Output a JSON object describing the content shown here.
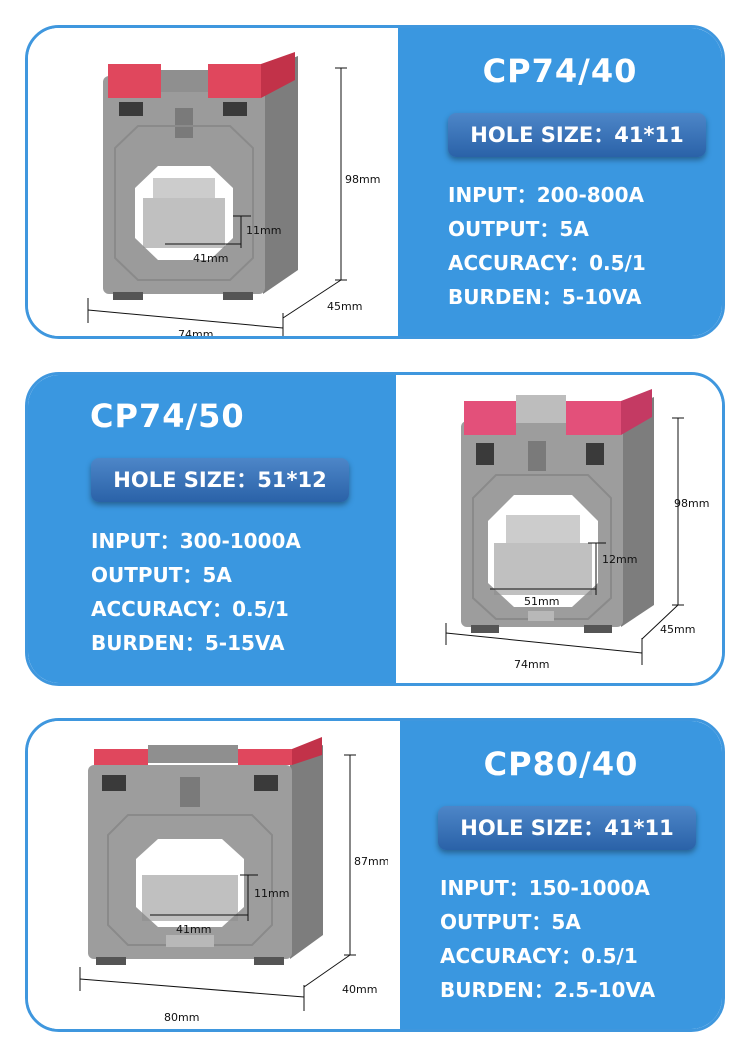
{
  "products": [
    {
      "model": "CP74/40",
      "hole_size": "HOLE SIZE：41*11",
      "input": "INPUT：200-800A",
      "output": "OUTPUT：5A",
      "accuracy": "ACCURACY：0.5/1",
      "burden": "BURDEN：5-10VA",
      "dims": {
        "height": "98mm",
        "depth": "45mm",
        "width": "74mm",
        "hole_w": "41mm",
        "hole_h": "11mm"
      }
    },
    {
      "model": "CP74/50",
      "hole_size": "HOLE SIZE：51*12",
      "input": "INPUT：300-1000A",
      "output": "OUTPUT：5A",
      "accuracy": "ACCURACY：0.5/1",
      "burden": "BURDEN：5-15VA",
      "dims": {
        "height": "98mm",
        "depth": "45mm",
        "width": "74mm",
        "hole_w": "51mm",
        "hole_h": "12mm"
      }
    },
    {
      "model": "CP80/40",
      "hole_size": "HOLE SIZE：41*11",
      "input": "INPUT：150-1000A",
      "output": "OUTPUT：5A",
      "accuracy": "ACCURACY：0.5/1",
      "burden": "BURDEN：2.5-10VA",
      "dims": {
        "height": "87mm",
        "depth": "40mm",
        "width": "80mm",
        "hole_w": "41mm",
        "hole_h": "11mm"
      }
    }
  ],
  "colors": {
    "panel_blue": "#3a97e0",
    "badge_blue": "#2f6db3",
    "housing_gray": "#9a9a9a",
    "cap_pink": "#e8405a"
  }
}
